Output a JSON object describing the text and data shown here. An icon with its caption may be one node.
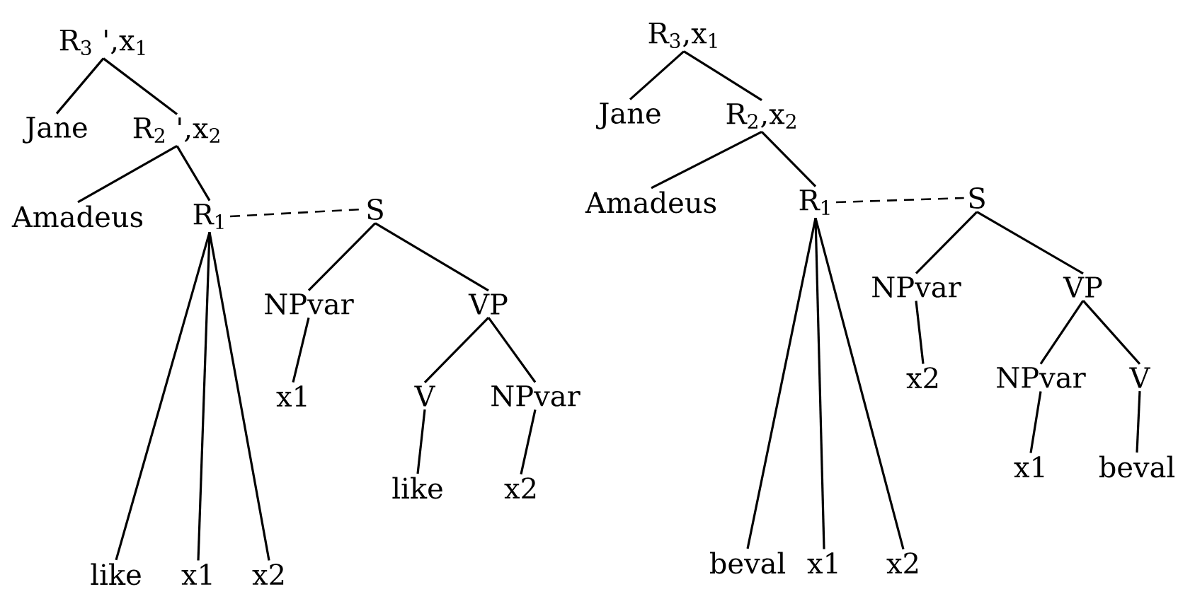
{
  "diagram": {
    "nodes": [
      {
        "text": [
          "R$_{3}$ ',x$_{1}$"
        ]
      },
      {
        "text": [
          "Jane"
        ]
      },
      {
        "text": [
          "R$_{2}$ ',x$_{2}$"
        ]
      },
      {
        "text": [
          "Amadeus"
        ]
      },
      {
        "text": [
          "R$_{1}$"
        ]
      },
      {
        "text": [
          "S"
        ]
      },
      {
        "text": [
          "NPvar"
        ]
      },
      {
        "text": [
          "VP"
        ]
      },
      {
        "text": [
          "x1"
        ]
      },
      {
        "text": [
          "V"
        ]
      },
      {
        "text": [
          "NPvar"
        ]
      },
      {
        "text": [
          "like"
        ]
      },
      {
        "text": [
          "x2"
        ]
      },
      {
        "text": [
          "like"
        ]
      },
      {
        "text": [
          "x1"
        ]
      },
      {
        "text": [
          "x2"
        ]
      },
      {
        "text": [
          "R$_{3}$,x$_{1}$"
        ]
      },
      {
        "text": [
          "Jane"
        ]
      },
      {
        "text": [
          "R$_{2}$,x$_{2}$"
        ]
      },
      {
        "text": [
          "Amadeus"
        ]
      },
      {
        "text": [
          "R$_{1}$"
        ]
      },
      {
        "text": [
          "S"
        ]
      },
      {
        "text": [
          "NPvar"
        ]
      },
      {
        "text": [
          "VP"
        ]
      },
      {
        "text": [
          "x2"
        ]
      },
      {
        "text": [
          "NPvar"
        ]
      },
      {
        "text": [
          "V"
        ]
      },
      {
        "text": [
          "x1"
        ]
      },
      {
        "text": [
          "beval"
        ]
      },
      {
        "text": [
          "beval"
        ]
      },
      {
        "text": [
          "x1"
        ]
      },
      {
        "text": [
          "x2"
        ]
      }
    ],
    "edges": [
      {
        "from": 0,
        "to": 1,
        "arrow": "none"
      },
      {
        "from": 0,
        "to": 2,
        "arrow": "none"
      },
      {
        "from": 2,
        "to": 3,
        "arrow": "none"
      },
      {
        "from": 2,
        "to": 4,
        "arrow": "none"
      },
      {
        "from": 4,
        "to": 5,
        "arrow": "none",
        "style": "dashed"
      },
      {
        "from": 5,
        "to": 6,
        "arrow": "none"
      },
      {
        "from": 5,
        "to": 7,
        "arrow": "none"
      },
      {
        "from": 6,
        "to": 8,
        "arrow": "none"
      },
      {
        "from": 7,
        "to": 9,
        "arrow": "none"
      },
      {
        "from": 7,
        "to": 10,
        "arrow": "none"
      },
      {
        "from": 9,
        "to": 11,
        "arrow": "none"
      },
      {
        "from": 10,
        "to": 12,
        "arrow": "none"
      },
      {
        "from": 4,
        "to": 13,
        "arrow": "none"
      },
      {
        "from": 4,
        "to": 14,
        "arrow": "none"
      },
      {
        "from": 4,
        "to": 15,
        "arrow": "none"
      },
      {
        "from": 16,
        "to": 17,
        "arrow": "none"
      },
      {
        "from": 16,
        "to": 18,
        "arrow": "none"
      },
      {
        "from": 18,
        "to": 19,
        "arrow": "none"
      },
      {
        "from": 18,
        "to": 20,
        "arrow": "none"
      },
      {
        "from": 20,
        "to": 21,
        "arrow": "none",
        "style": "dashed"
      },
      {
        "from": 21,
        "to": 22,
        "arrow": "none"
      },
      {
        "from": 21,
        "to": 23,
        "arrow": "none"
      },
      {
        "from": 22,
        "to": 24,
        "arrow": "none"
      },
      {
        "from": 23,
        "to": 25,
        "arrow": "none"
      },
      {
        "from": 23,
        "to": 26,
        "arrow": "none"
      },
      {
        "from": 25,
        "to": 27,
        "arrow": "none"
      },
      {
        "from": 26,
        "to": 28,
        "arrow": "none"
      },
      {
        "from": 20,
        "to": 29,
        "arrow": "none"
      },
      {
        "from": 20,
        "to": 30,
        "arrow": "none"
      },
      {
        "from": 20,
        "to": 31,
        "arrow": "none"
      }
    ]
  }
}
